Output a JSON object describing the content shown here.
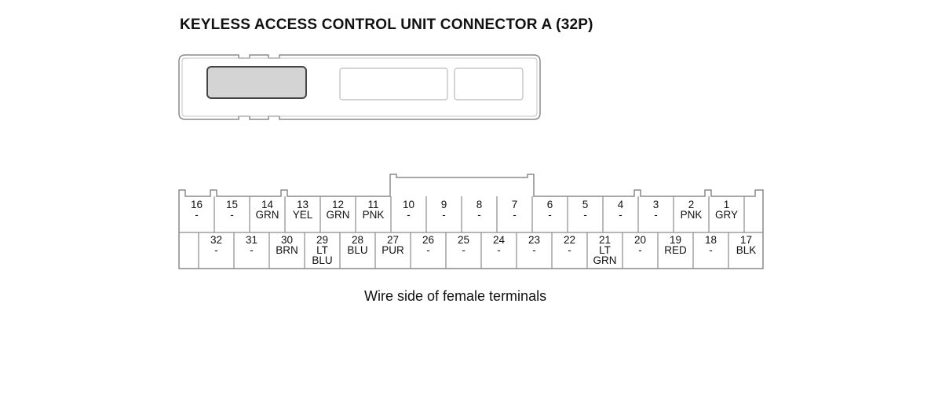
{
  "title": "KEYLESS ACCESS CONTROL UNIT CONNECTOR A (32P)",
  "caption": "Wire side of female terminals",
  "connector": {
    "top_row": [
      {
        "pin": "16",
        "color": [
          "-"
        ]
      },
      {
        "pin": "15",
        "color": [
          "-"
        ]
      },
      {
        "pin": "14",
        "color": [
          "GRN"
        ]
      },
      {
        "pin": "13",
        "color": [
          "YEL"
        ]
      },
      {
        "pin": "12",
        "color": [
          "GRN"
        ]
      },
      {
        "pin": "11",
        "color": [
          "PNK"
        ]
      },
      {
        "pin": "10",
        "color": [
          "-"
        ]
      },
      {
        "pin": "9",
        "color": [
          "-"
        ]
      },
      {
        "pin": "8",
        "color": [
          "-"
        ]
      },
      {
        "pin": "7",
        "color": [
          "-"
        ]
      },
      {
        "pin": "6",
        "color": [
          "-"
        ]
      },
      {
        "pin": "5",
        "color": [
          "-"
        ]
      },
      {
        "pin": "4",
        "color": [
          "-"
        ]
      },
      {
        "pin": "3",
        "color": [
          "-"
        ]
      },
      {
        "pin": "2",
        "color": [
          "PNK"
        ]
      },
      {
        "pin": "1",
        "color": [
          "GRY"
        ]
      }
    ],
    "bottom_row": [
      {
        "pin": "32",
        "color": [
          "-"
        ]
      },
      {
        "pin": "31",
        "color": [
          "-"
        ]
      },
      {
        "pin": "30",
        "color": [
          "BRN"
        ]
      },
      {
        "pin": "29",
        "color": [
          "LT",
          "BLU"
        ]
      },
      {
        "pin": "28",
        "color": [
          "BLU"
        ]
      },
      {
        "pin": "27",
        "color": [
          "PUR"
        ]
      },
      {
        "pin": "26",
        "color": [
          "-"
        ]
      },
      {
        "pin": "25",
        "color": [
          "-"
        ]
      },
      {
        "pin": "24",
        "color": [
          "-"
        ]
      },
      {
        "pin": "23",
        "color": [
          "-"
        ]
      },
      {
        "pin": "22",
        "color": [
          "-"
        ]
      },
      {
        "pin": "21",
        "color": [
          "LT",
          "GRN"
        ]
      },
      {
        "pin": "20",
        "color": [
          "-"
        ]
      },
      {
        "pin": "19",
        "color": [
          "RED"
        ]
      },
      {
        "pin": "18",
        "color": [
          "-"
        ]
      },
      {
        "pin": "17",
        "color": [
          "BLK"
        ]
      }
    ]
  }
}
